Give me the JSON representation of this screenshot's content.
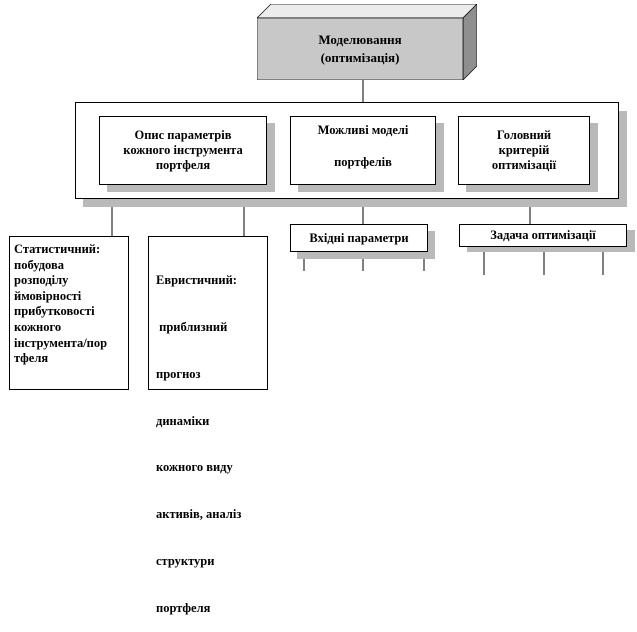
{
  "diagram": {
    "top_box": {
      "line1": "Моделювання",
      "line2": "(оптимізація)"
    },
    "inner_boxes": [
      {
        "lines": [
          "Опис параметрів",
          "кожного інструмента",
          "портфеля"
        ]
      },
      {
        "lines": [
          "Можливі  моделі",
          "портфелів"
        ]
      },
      {
        "lines": [
          "Головний",
          "критерій",
          "оптимізації"
        ]
      }
    ],
    "left_boxes": [
      {
        "lines": [
          "Статистичний:",
          "побудова",
          "розподілу",
          "ймовірності",
          "прибутковості",
          "кожного",
          "інструмента/пор",
          "тфеля"
        ]
      },
      {
        "lines": [
          "Евристичний:",
          " приблизний",
          "прогноз",
          "динаміки",
          "кожного виду",
          "активів, аналіз",
          "структури",
          "портфеля"
        ]
      }
    ],
    "input_params": {
      "label": "Вхідні параметри"
    },
    "optimization_task": {
      "label": "Задача оптимізації"
    },
    "colors": {
      "top_box_face": "#c8c8c8",
      "top_box_top": "#ececec",
      "top_box_side": "#8f8f8f",
      "shadow": "#b9b9b9"
    }
  }
}
